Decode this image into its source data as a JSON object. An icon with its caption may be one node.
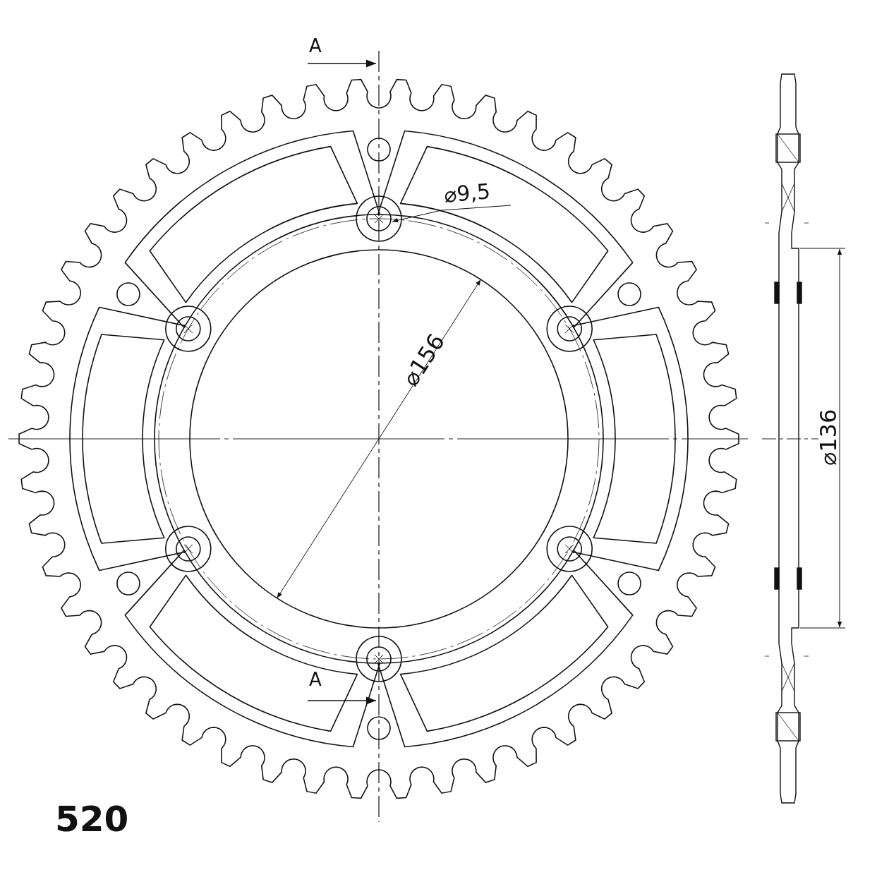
{
  "diagram": {
    "labels": [
      "A",
      "⌀9,5",
      "⌀156",
      "⌀136",
      "A",
      "520"
    ]
  }
}
